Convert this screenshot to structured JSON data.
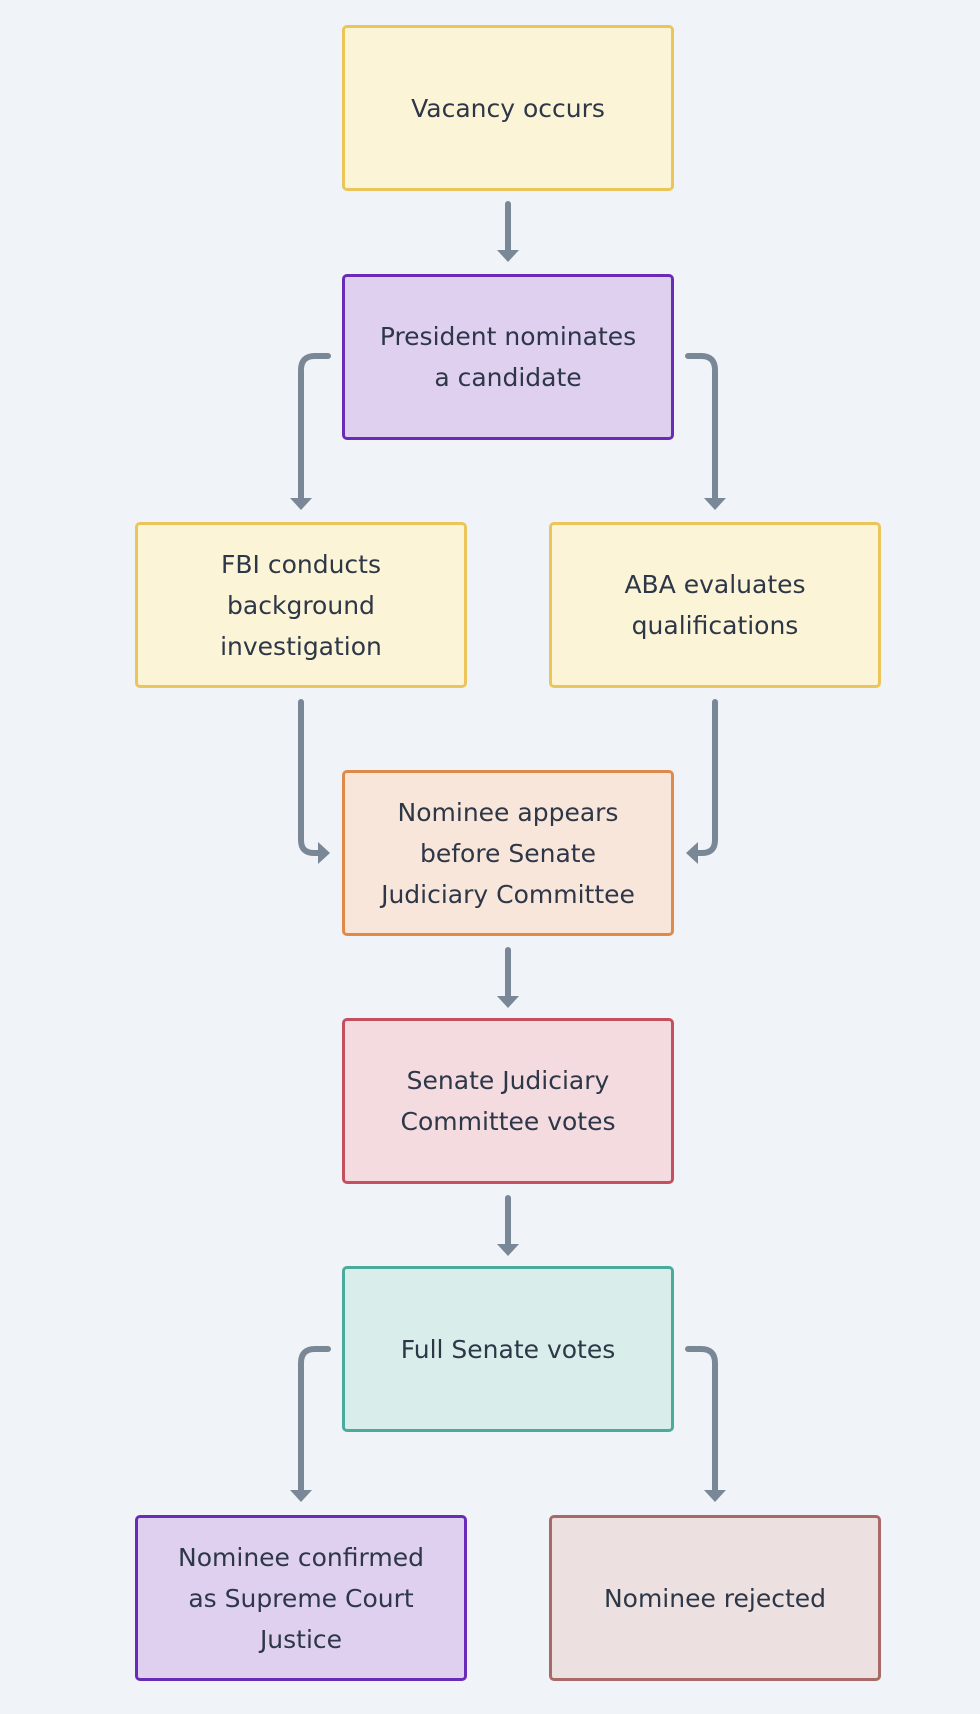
{
  "nodes": {
    "vacancy": {
      "label": "Vacancy occurs"
    },
    "president": {
      "label": "President nominates\na candidate"
    },
    "fbi": {
      "label": "FBI conducts\nbackground\ninvestigation"
    },
    "aba": {
      "label": "ABA evaluates\nqualifications"
    },
    "hearing": {
      "label": "Nominee appears\nbefore Senate\nJudiciary Committee"
    },
    "committee": {
      "label": "Senate Judiciary\nCommittee votes"
    },
    "senate": {
      "label": "Full Senate votes"
    },
    "confirmed": {
      "label": "Nominee confirmed\nas Supreme Court\nJustice"
    },
    "rejected": {
      "label": "Nominee rejected"
    }
  },
  "edges": [
    {
      "from": "vacancy",
      "to": "president"
    },
    {
      "from": "president",
      "to": "fbi"
    },
    {
      "from": "president",
      "to": "aba"
    },
    {
      "from": "fbi",
      "to": "hearing"
    },
    {
      "from": "aba",
      "to": "hearing"
    },
    {
      "from": "hearing",
      "to": "committee"
    },
    {
      "from": "committee",
      "to": "senate"
    },
    {
      "from": "senate",
      "to": "confirmed"
    },
    {
      "from": "senate",
      "to": "rejected"
    }
  ],
  "colors": {
    "background": "#f0f4f8",
    "edge": "#7a8796",
    "text": "#2d3748",
    "yellow_fill": "#fcf4d6",
    "yellow_border": "#ecc55a",
    "purple_fill": "#e0d0f0",
    "purple_border": "#6a2bb6",
    "orange_fill": "#f9e6da",
    "orange_border": "#e08a4a",
    "red_fill": "#f3dbe0",
    "red_border": "#c4505f",
    "teal_fill": "#d9eeeb",
    "teal_border": "#4aaa9c",
    "brown_fill": "#ede0e0",
    "brown_border": "#a86a66"
  }
}
